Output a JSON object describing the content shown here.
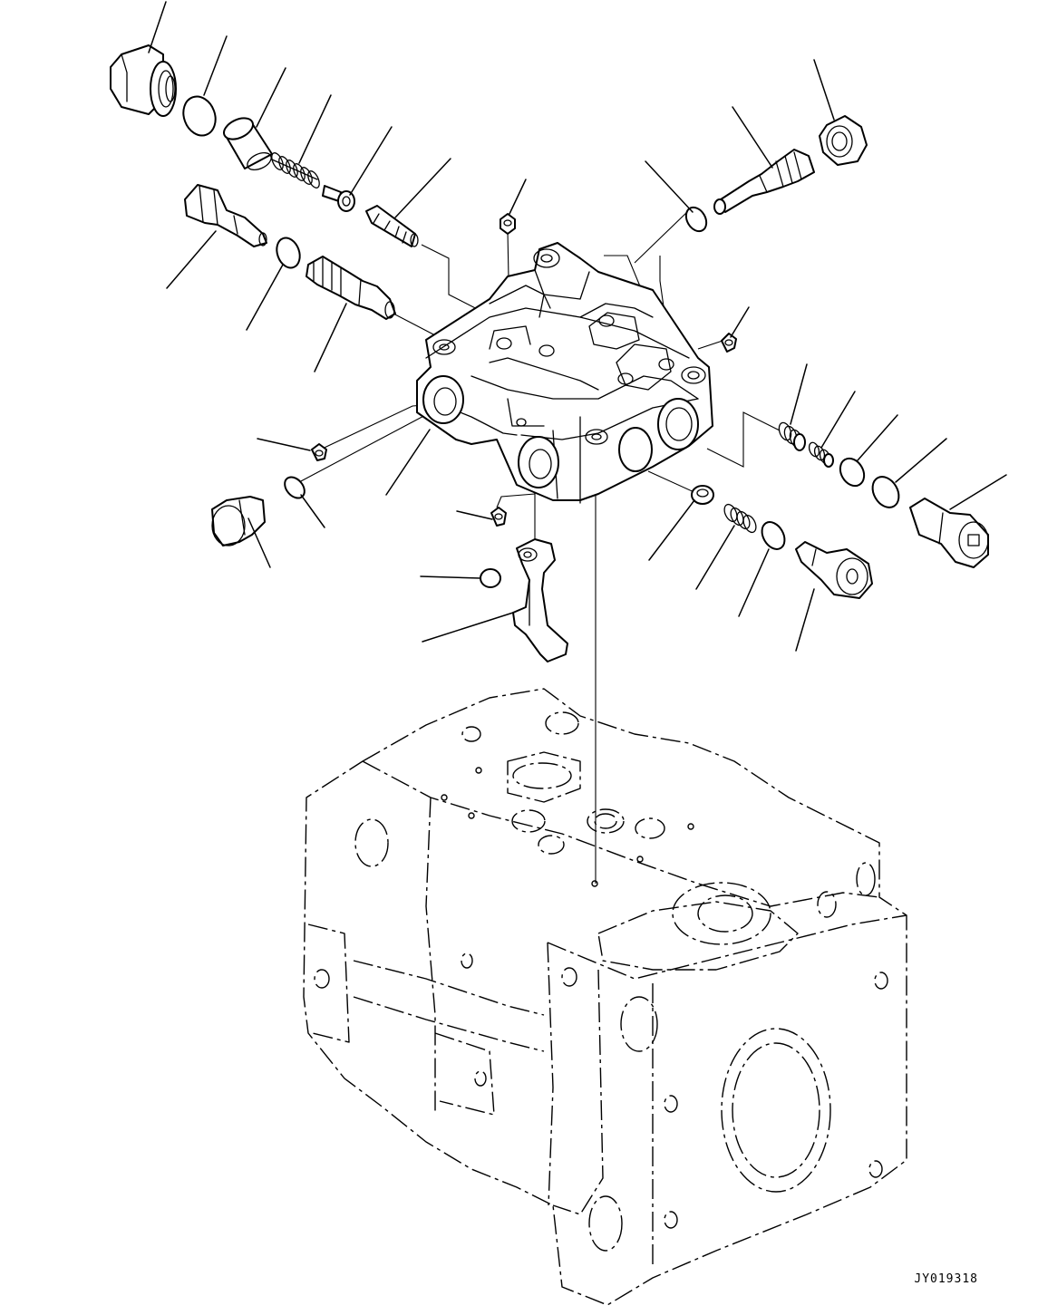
{
  "drawing_code": "JY019318",
  "colors": {
    "line": "#000000",
    "background": "#ffffff"
  },
  "parts": [
    "plug",
    "o-ring",
    "sleeve",
    "spring",
    "seat",
    "piston",
    "spool",
    "o-ring",
    "spool",
    "plug",
    "piston",
    "o-ring",
    "plug",
    "plug",
    "plug",
    "plug",
    "o-ring",
    "servo-valve-body",
    "plug",
    "lever",
    "seat",
    "spring",
    "o-ring",
    "plug",
    "spring",
    "spring",
    "o-ring",
    "o-ring",
    "plug",
    "pump-body"
  ]
}
